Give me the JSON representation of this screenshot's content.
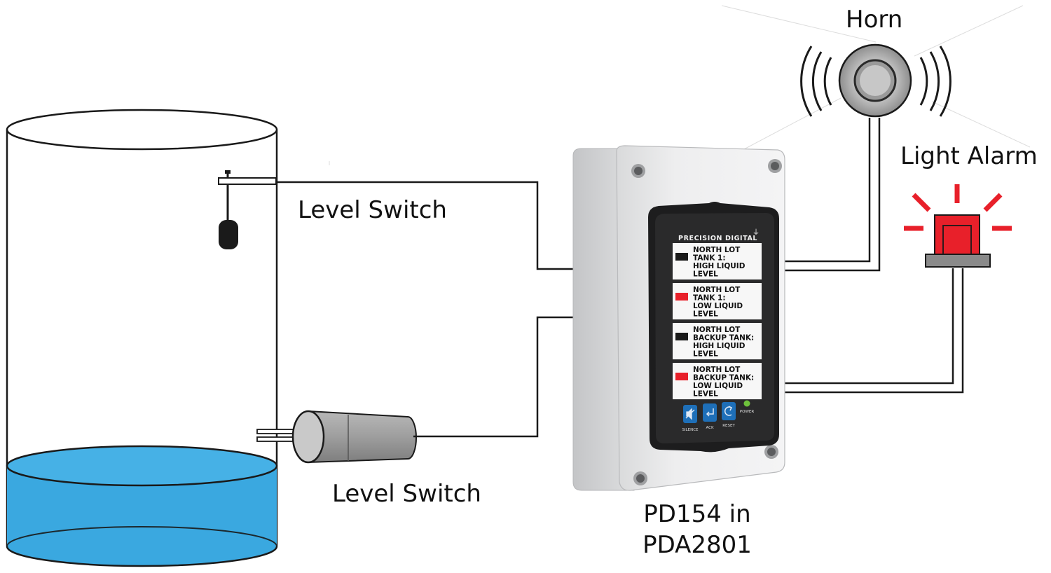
{
  "labels": {
    "horn": "Horn",
    "light_alarm": "Light Alarm",
    "level_switch_top": "Level Switch",
    "level_switch_bottom": "Level Switch",
    "device_line1": "PD154 in",
    "device_line2": "PDA2801"
  },
  "annunciator": {
    "brand": "PRECISION DIGITAL",
    "windows": [
      {
        "lines": [
          "NORTH LOT",
          "TANK 1:",
          "HIGH LIQUID",
          "LEVEL"
        ],
        "indicator": "off"
      },
      {
        "lines": [
          "NORTH LOT",
          "TANK 1:",
          "LOW LIQUID",
          "LEVEL"
        ],
        "indicator": "alarm"
      },
      {
        "lines": [
          "NORTH LOT",
          "BACKUP TANK:",
          "HIGH LIQUID",
          "LEVEL"
        ],
        "indicator": "off"
      },
      {
        "lines": [
          "NORTH LOT",
          "BACKUP TANK:",
          "LOW LIQUID",
          "LEVEL"
        ],
        "indicator": "alarm"
      }
    ],
    "buttons": [
      "SILENCE",
      "ACK",
      "RESET"
    ],
    "power_label": "POWER"
  },
  "colors": {
    "water": "#3aa8e0",
    "water_dark": "#1f86c7",
    "alarm_red": "#e8202a",
    "indicator_off": "#1a1a1a",
    "wire": "#1a1a1a",
    "power_led": "#6ec23c"
  },
  "icons": [
    "horn-icon",
    "light-alarm-icon",
    "float-switch-icon",
    "side-mount-switch-icon",
    "speaker-mute-icon",
    "ack-arrow-icon",
    "reset-arrow-icon"
  ]
}
